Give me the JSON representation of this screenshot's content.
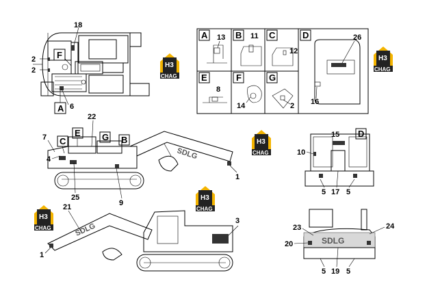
{
  "callouts": {
    "c1a": "1",
    "c1b": "1",
    "c2a": "2",
    "c2b": "2",
    "c2g": "2",
    "c3": "3",
    "c4": "4",
    "c5a": "5",
    "c5b": "5",
    "c5c": "5",
    "c5d": "5",
    "c6": "6",
    "c7": "7",
    "c8": "8",
    "c9": "9",
    "c10": "10",
    "c11": "11",
    "c12": "12",
    "c13": "13",
    "c14": "14",
    "c15": "15",
    "c16": "16",
    "c17": "17",
    "c18": "18",
    "c19": "19",
    "c20": "20",
    "c21": "21",
    "c22": "22",
    "c23": "23",
    "c24": "24",
    "c25": "25",
    "c26": "26"
  },
  "boxes": {
    "A": "A",
    "B": "B",
    "C": "C",
    "D": "D",
    "E": "E",
    "F": "F",
    "G": "G"
  },
  "logo": {
    "mark": "H3",
    "text": "CHAG",
    "color": "#f4b400"
  },
  "machine_brand": "SDLG"
}
